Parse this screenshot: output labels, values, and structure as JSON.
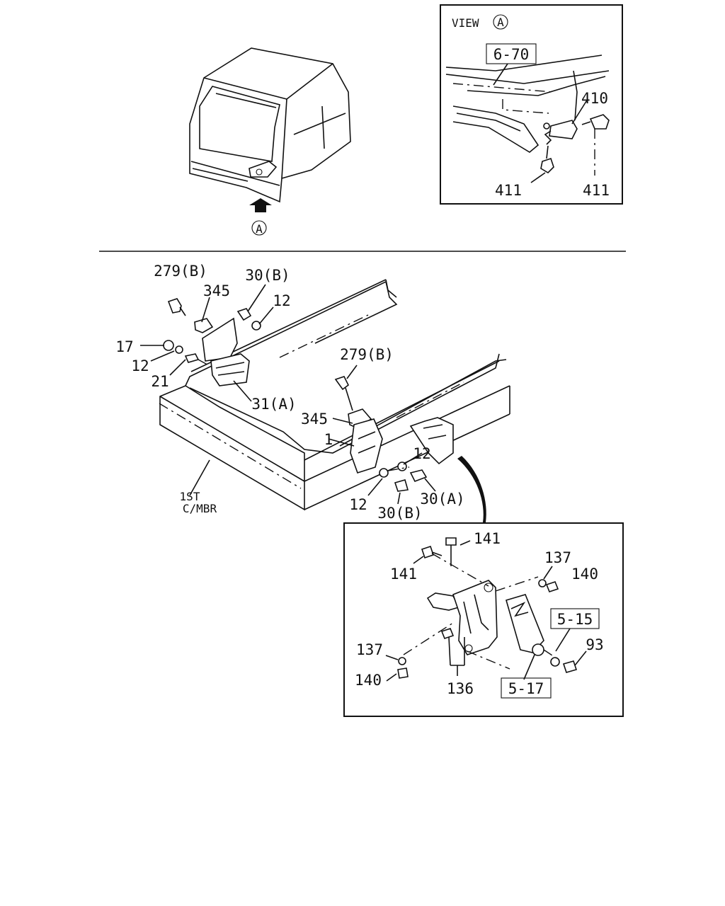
{
  "view_box": {
    "title": "VIEW",
    "view_marker": "A",
    "ref_6_70": "6-70",
    "labels": {
      "p410": "410",
      "p411_left": "411",
      "p411_right": "411"
    }
  },
  "cab": {
    "view_marker": "A"
  },
  "frame": {
    "label_line1": "1ST",
    "label_line2": "C/MBR"
  },
  "main_labels": {
    "p279b_top": "279(B)",
    "p345_top": "345",
    "p30b_top": "30(B)",
    "p12_top": "12",
    "p17": "17",
    "p12_left": "12",
    "p21": "21",
    "p31a": "31(A)",
    "p279b_mid": "279(B)",
    "p345_mid": "345",
    "p1": "1",
    "p12_mid": "12",
    "p12_low": "12",
    "p30a": "30(A)",
    "p30b_low": "30(B)"
  },
  "detail_box": {
    "labels": {
      "p141_top": "141",
      "p141_left": "141",
      "p137_top": "137",
      "p140_top": "140",
      "p137_left": "137",
      "p140_left": "140",
      "p136": "136",
      "p93": "93"
    },
    "ref_5_15": "5-15",
    "ref_5_17": "5-17"
  }
}
